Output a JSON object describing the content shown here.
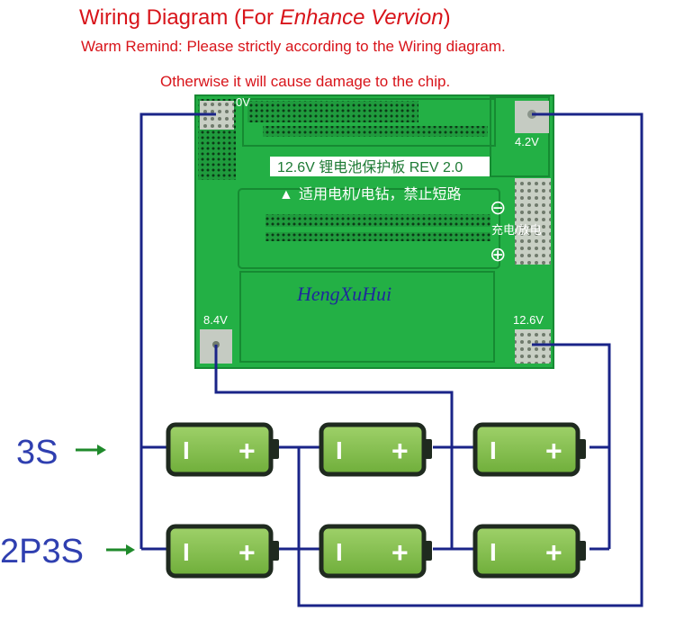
{
  "header": {
    "title_main": "Wiring Diagram (For ",
    "title_italic": "Enhance Vervion",
    "title_end": ")",
    "remind_line1": "Warm Remind: Please strictly according to the Wiring diagram.",
    "remind_line2": "Otherwise it will cause damage to the chip."
  },
  "board": {
    "brand": "HengXuHui",
    "model_label": "12.6V 锂电池保护板 REV 2.0",
    "warning_label": "适用电机/电钻，禁止短路",
    "warning_symbol": "▲",
    "pad_0v": "0V",
    "pad_42v": "4.2V",
    "pad_84v": "8.4V",
    "pad_126v": "12.6V",
    "charge_discharge_label": "充电/放电",
    "minus_symbol": "⊖",
    "plus_symbol": "⊕",
    "color_pcb": "#23b045",
    "color_wire": "#1a2488"
  },
  "configurations": [
    {
      "label": "3S",
      "arrow": "→"
    },
    {
      "label": "2P3S",
      "arrow": "→"
    }
  ],
  "batteries": {
    "rows": 2,
    "per_row": 3,
    "negative_symbol": "I",
    "positive_symbol": "+",
    "color_body": "#86c24e"
  }
}
